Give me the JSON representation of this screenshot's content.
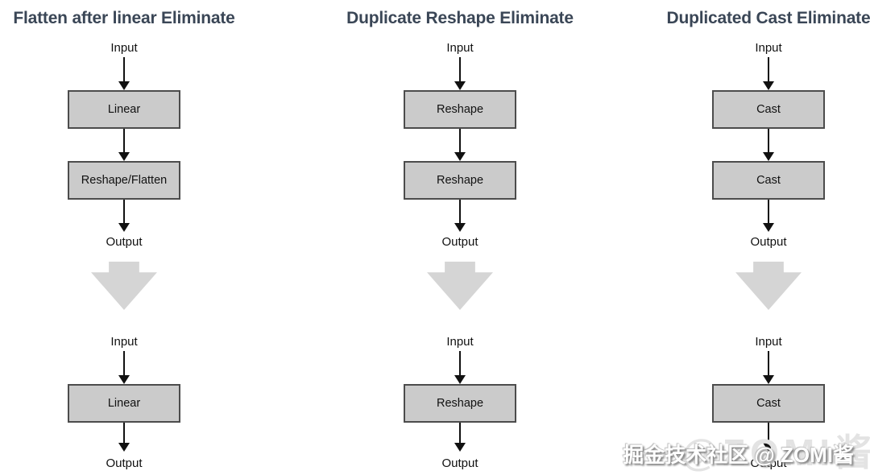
{
  "colors": {
    "title_text": "#3a4656",
    "node_fill": "#cbcbcb",
    "node_border": "#4c4c4c",
    "arrow_black": "#111111",
    "big_arrow_fill": "#d5d5d5",
    "background": "#ffffff"
  },
  "columns": [
    {
      "title": "Flatten after linear Eliminate",
      "before": {
        "input": "Input",
        "nodes": [
          "Linear",
          "Reshape/Flatten"
        ],
        "output": "Output"
      },
      "after": {
        "input": "Input",
        "nodes": [
          "Linear"
        ],
        "output": "Output"
      }
    },
    {
      "title": "Duplicate Reshape Eliminate",
      "before": {
        "input": "Input",
        "nodes": [
          "Reshape",
          "Reshape"
        ],
        "output": "Output"
      },
      "after": {
        "input": "Input",
        "nodes": [
          "Reshape"
        ],
        "output": "Output"
      }
    },
    {
      "title": "Duplicated Cast Eliminate",
      "before": {
        "input": "Input",
        "nodes": [
          "Cast",
          "Cast"
        ],
        "output": "Output"
      },
      "after": {
        "input": "Input",
        "nodes": [
          "Cast"
        ],
        "output": "Output"
      }
    }
  ],
  "watermark": {
    "main_text": "掘金技术社区 @ ZOMI酱",
    "ghost_text": "@ZOMI酱"
  }
}
